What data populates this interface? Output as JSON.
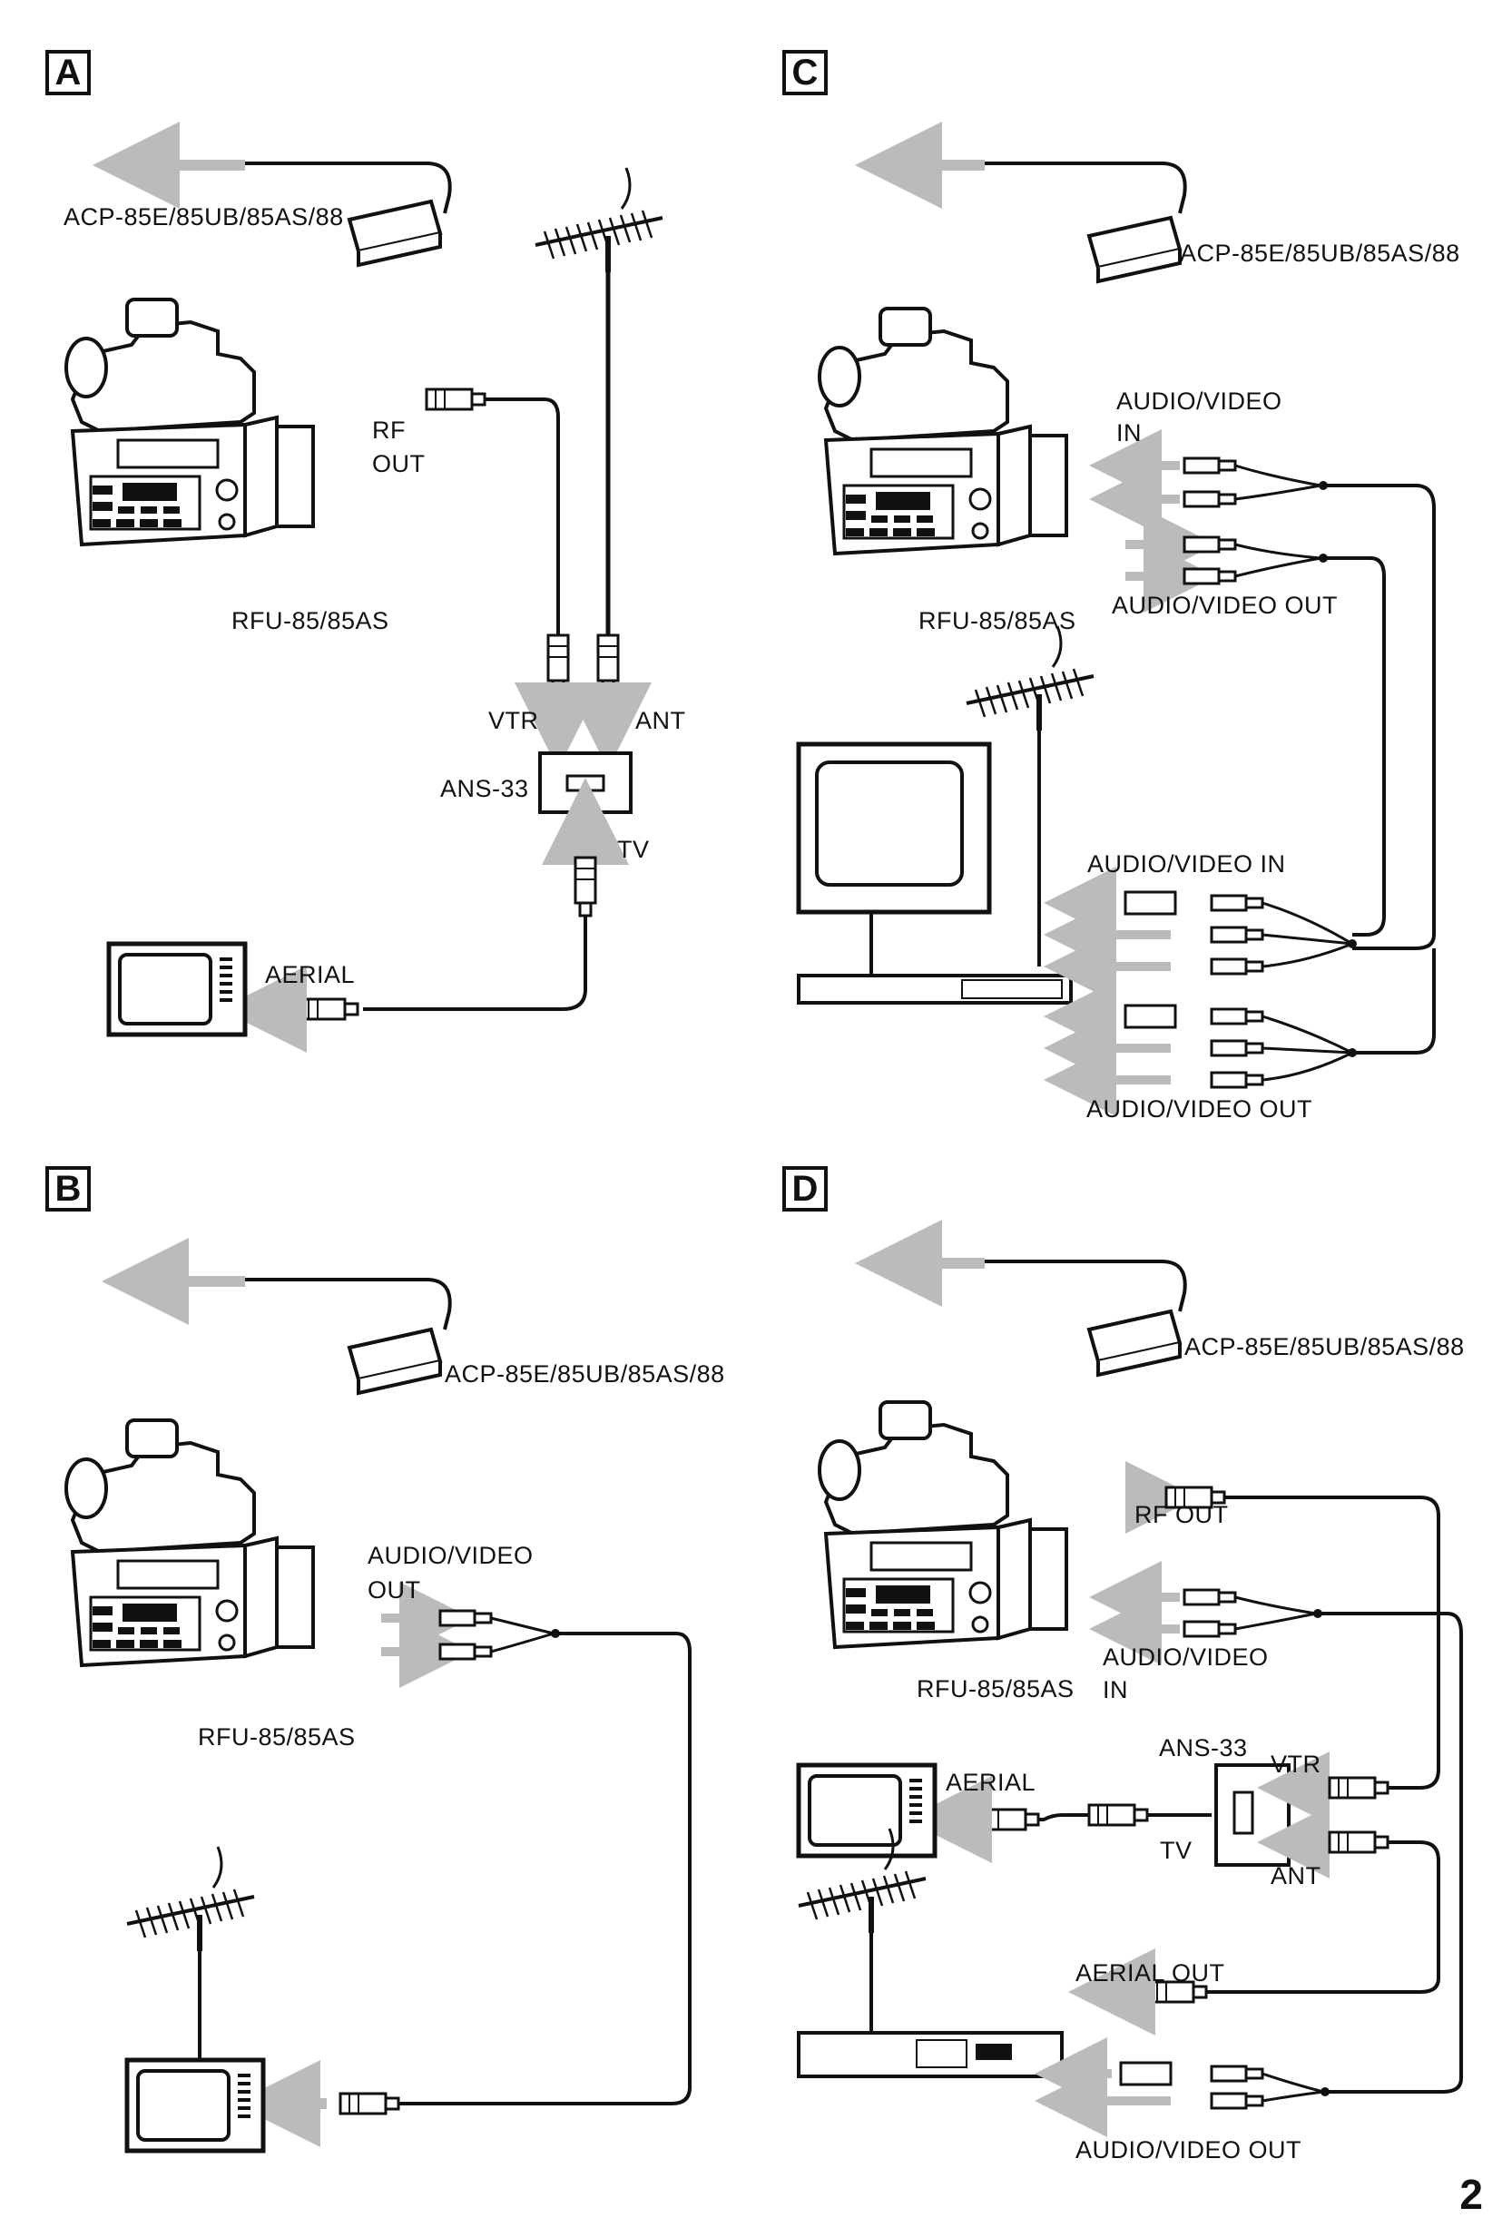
{
  "panels": {
    "A": {
      "letter": "A",
      "adaptor": "ACP-85E/85UB/85AS/88",
      "rf_out": [
        "RF",
        "OUT"
      ],
      "rfu": "RFU-85/85AS",
      "vtr": "VTR",
      "ant": "ANT",
      "ans": "ANS-33",
      "tv": "TV",
      "aerial": "AERIAL"
    },
    "B": {
      "letter": "B",
      "adaptor": "ACP-85E/85UB/85AS/88",
      "av_out": [
        "AUDIO/VIDEO",
        "OUT"
      ],
      "rfu": "RFU-85/85AS"
    },
    "C": {
      "letter": "C",
      "adaptor": "ACP-85E/85UB/85AS/88",
      "av_in_cam": [
        "AUDIO/VIDEO",
        "IN"
      ],
      "av_out_cam": "AUDIO/VIDEO OUT",
      "rfu": "RFU-85/85AS",
      "av_in_tv": "AUDIO/VIDEO IN",
      "av_out_tv": "AUDIO/VIDEO OUT"
    },
    "D": {
      "letter": "D",
      "adaptor": "ACP-85E/85UB/85AS/88",
      "rf_out": "RF  OUT",
      "av_in": [
        "AUDIO/VIDEO",
        "IN"
      ],
      "rfu": "RFU-85/85AS",
      "ans": "ANS-33",
      "vtr": "VTR",
      "aerial": "AERIAL",
      "tv": "TV",
      "ant": "ANT",
      "aerial_out": "AERIAL OUT",
      "av_out": "AUDIO/VIDEO OUT"
    }
  },
  "page_number": "2"
}
